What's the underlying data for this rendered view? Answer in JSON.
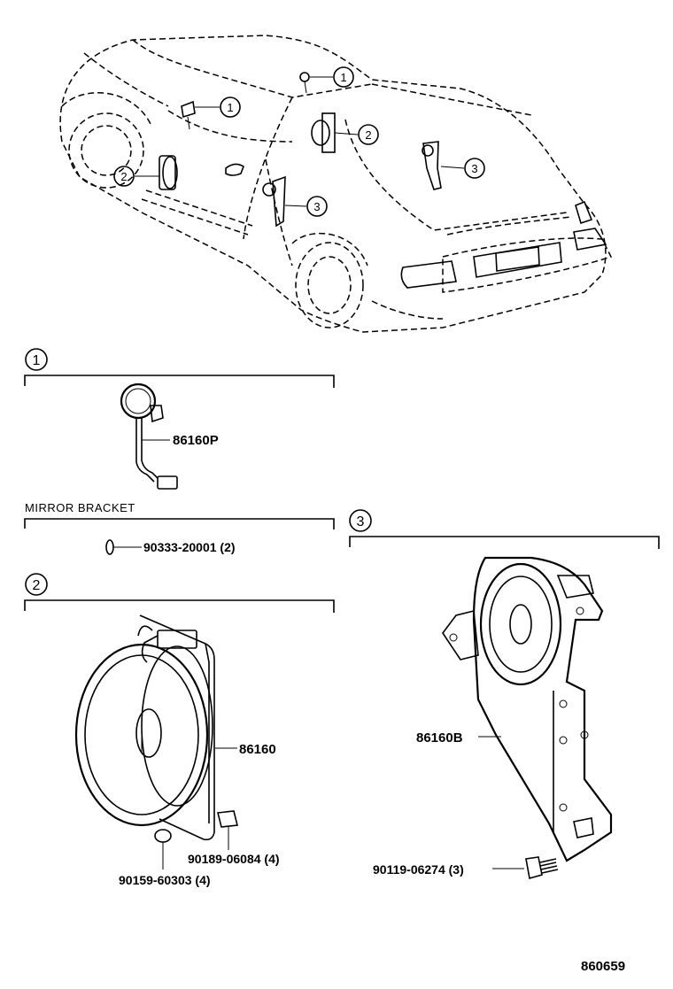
{
  "callouts": {
    "c1": "1",
    "c2": "2",
    "c3": "3"
  },
  "sections": {
    "s1_marker": "1",
    "mirror_bracket": "MIRROR BRACKET",
    "s2_marker": "2",
    "s3_marker": "3"
  },
  "parts": {
    "p86160P": "86160P",
    "p90333": "90333-20001 (2)",
    "p86160": "86160",
    "p90189": "90189-06084 (4)",
    "p90159": "90159-60303 (4)",
    "p86160B": "86160B",
    "p90119": "90119-06274 (3)"
  },
  "diagram_id": "860659"
}
